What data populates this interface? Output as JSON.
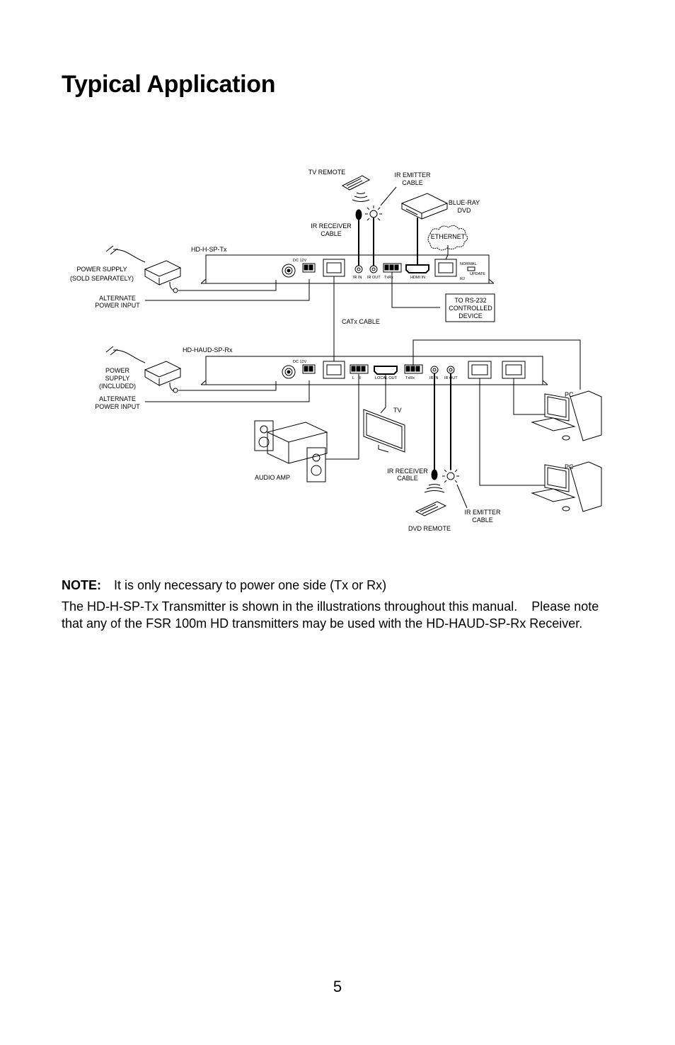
{
  "title": "Typical Application",
  "diagram": {
    "tv_remote": "TV REMOTE",
    "ir_emitter_cable_tx_1": "IR EMITTER",
    "ir_emitter_cable_tx_2": "CABLE",
    "bluray_1": "BLUE-RAY",
    "bluray_2": "DVD",
    "ethernet": "ETHERNET",
    "ir_receiver_cable_tx_1": "IR RECEIVER",
    "ir_receiver_cable_tx_2": "CABLE",
    "tx_model": "HD-H-SP-Tx",
    "power_supply_tx_1": "POWER SUPPLY",
    "power_supply_tx_2": "(SOLD SEPARATELY)",
    "alt_power_1": "ALTERNATE",
    "alt_power_2": "POWER INPUT",
    "rs232_1": "TO RS-232",
    "rs232_2": "CONTROLLED",
    "rs232_3": "DEVICE",
    "catx_cable": "CATx CABLE",
    "rx_model": "HD-HAUD-SP-Rx",
    "power_supply_rx_1": "POWER",
    "power_supply_rx_2": "SUPPLY",
    "power_supply_rx_3": "(INCLUDED)",
    "tv": "TV",
    "pc": "PC",
    "audio_amp": "AUDIO AMP",
    "ir_receiver_cable_rx_1": "IR RECEIVER",
    "ir_receiver_cable_rx_2": "CABLE",
    "ir_emitter_cable_rx_1": "IR EMITTER",
    "ir_emitter_cable_rx_2": "CABLE",
    "dvd_remote": "DVD REMOTE",
    "ports": {
      "dc12v": "DC 12V",
      "ir_in": "IR IN",
      "ir_out": "IR OUT",
      "txrx": "TxRx",
      "hdmi_in": "HDMI IN",
      "normal": "NORMAL",
      "update": "UPDATE",
      "rj": "RJ",
      "l": "L",
      "r": "R",
      "local_out": "LOCAL OUT"
    }
  },
  "note": {
    "label": "NOTE:",
    "text": "It is only necessary to power one side (Tx or Rx)"
  },
  "paragraph": "The HD-H-SP-Tx Transmitter is shown in the illustrations throughout this manual.    Please note that any of the FSR 100m HD transmitters may be used with the HD-HAUD-SP-Rx Receiver.",
  "page_number": "5"
}
